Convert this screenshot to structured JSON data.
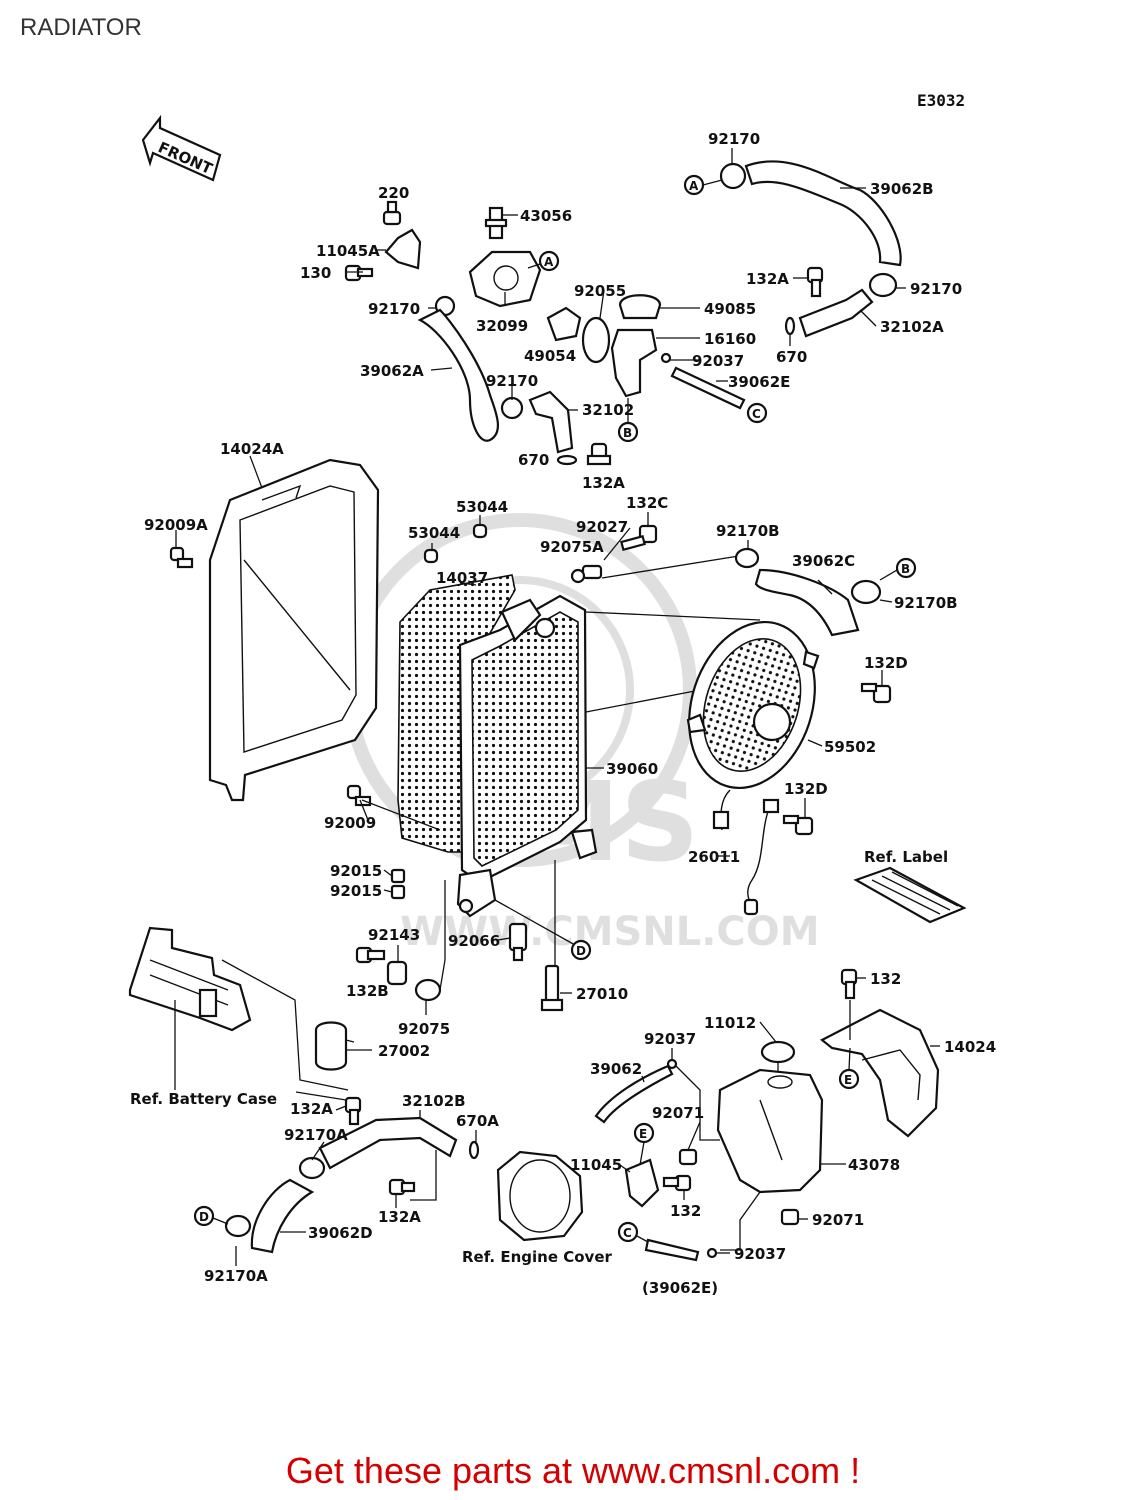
{
  "page": {
    "title": "RADIATOR"
  },
  "diagram": {
    "code": "E3032",
    "front_label": "FRONT",
    "markers": {
      "a": "A",
      "b": "B",
      "c": "C",
      "d": "D",
      "e": "E"
    },
    "refs": {
      "label": "Ref. Label",
      "battery_case": "Ref. Battery Case",
      "engine_cover": "Ref. Engine Cover"
    },
    "parts": {
      "p220": "220",
      "p43056": "43056",
      "p11045A": "11045A",
      "p130": "130",
      "p32099": "32099",
      "p92170_top": "92170",
      "p39062A": "39062A",
      "p92170_mid": "92170",
      "p32102": "32102",
      "p670_top": "670",
      "p132A_top": "132A",
      "p92055": "92055",
      "p49085": "49085",
      "p16160": "16160",
      "p49054": "49054",
      "p92037_top": "92037",
      "p39062E": "39062E",
      "p92170_a": "92170",
      "p39062B": "39062B",
      "p132A_right": "132A",
      "p92170_right": "92170",
      "p32102A": "32102A",
      "p670_right": "670",
      "p14024A": "14024A",
      "p92009A": "92009A",
      "p53044_a": "53044",
      "p53044_b": "53044",
      "p132C": "132C",
      "p92027": "92027",
      "p92075A": "92075A",
      "p14037": "14037",
      "p92170B_a": "92170B",
      "p39062C": "39062C",
      "p92170B_b": "92170B",
      "p132D_a": "132D",
      "p59502": "59502",
      "p39060": "39060",
      "p132D_b": "132D",
      "p92009": "92009",
      "p26011": "26011",
      "p92015_a": "92015",
      "p92015_b": "92015",
      "p92143": "92143",
      "p92066": "92066",
      "p132B": "132B",
      "p27010": "27010",
      "p92075": "92075",
      "p27002": "27002",
      "p132": "132",
      "p14024": "14024",
      "p11012": "11012",
      "p92037_mid": "92037",
      "p39062": "39062",
      "p92071_a": "92071",
      "p43078": "43078",
      "p11045": "11045",
      "p132_low": "132",
      "p92071_b": "92071",
      "p92037_low": "92037",
      "p39062E_ref": "(39062E)",
      "p132A_left": "132A",
      "p32102B": "32102B",
      "p670A": "670A",
      "p92170A_a": "92170A",
      "p132A_low": "132A",
      "p39062D": "39062D",
      "p92170A_b": "92170A"
    }
  },
  "watermark": {
    "text": "WWW.CMSNL.COM",
    "brand": "CMS"
  },
  "footer": {
    "promo": "Get these parts at www.cmsnl.com !"
  }
}
